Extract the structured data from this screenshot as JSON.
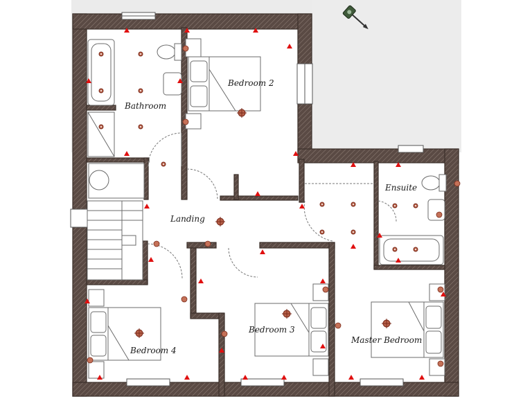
{
  "rooms": {
    "bathroom": "Bathroom",
    "bedroom2": "Bedroom 2",
    "landing": "Landing",
    "ensuite": "Ensuite",
    "bedroom3": "Bedroom 3",
    "bedroom4": "Bedroom 4",
    "master": "Master Bedroom"
  },
  "colors": {
    "wall": "#5a4a44",
    "exterior_bg": "#ebebeb",
    "marker": "#e01010",
    "light_fitting": "#b7624a"
  },
  "icons": {
    "compass": "compass-north-arrow-icon",
    "ceiling_light": "ceiling-light-icon",
    "socket_marker": "socket-marker-triangle-icon"
  }
}
